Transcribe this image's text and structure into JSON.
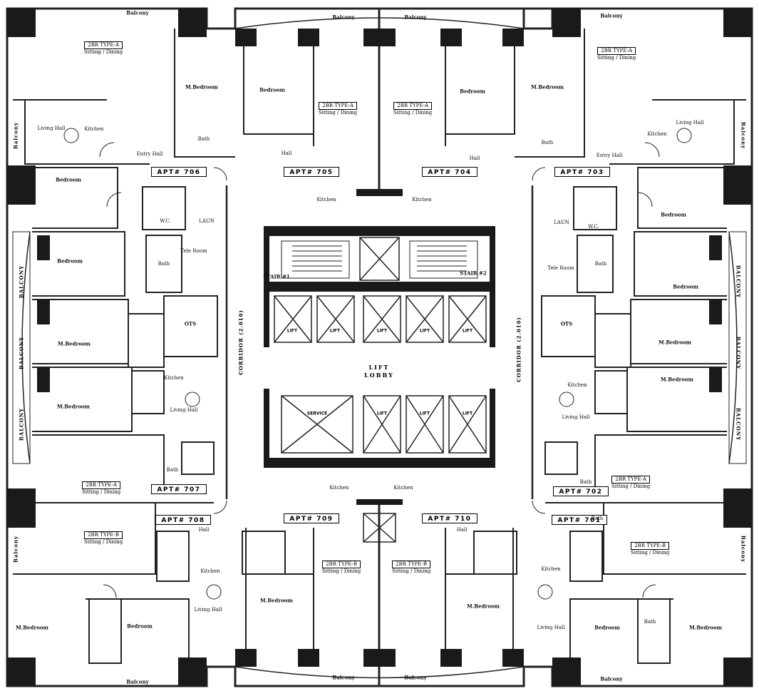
{
  "colors": {
    "wall": "#1a1a1a",
    "line": "#222222",
    "bg": "#ffffff"
  },
  "apartments": [
    {
      "id": "apt-706",
      "label": "APT# 706"
    },
    {
      "id": "apt-705",
      "label": "APT# 705"
    },
    {
      "id": "apt-704",
      "label": "APT# 704"
    },
    {
      "id": "apt-703",
      "label": "APT# 703"
    },
    {
      "id": "apt-707",
      "label": "APT# 707"
    },
    {
      "id": "apt-702",
      "label": "APT# 702"
    },
    {
      "id": "apt-708",
      "label": "APT# 708"
    },
    {
      "id": "apt-709",
      "label": "APT# 709"
    },
    {
      "id": "apt-710",
      "label": "APT# 710"
    },
    {
      "id": "apt-701",
      "label": "APT# 701"
    }
  ],
  "unit_types": {
    "type_a_code": "2BR TYPE-A",
    "type_b_code": "2BR TYPE-B",
    "sitting_dining": "Sitting / Dining"
  },
  "rooms": {
    "balcony": "Balcony",
    "balcony_vertical": "BALCONY",
    "bedroom": "Bedroom",
    "master_bedroom": "M.Bedroom",
    "bath": "Bath",
    "kitchen": "Kitchen",
    "living_hall": "Living Hall",
    "entry_hall": "Entry Hall",
    "hall": "Hall",
    "laundry": "LAUN",
    "wc": "W.C.",
    "tele_room": "Tele Room",
    "ots": "OTS"
  },
  "core": {
    "corridor_left": "CORRIDOR (2.010)",
    "corridor_right": "CORRIDOR (2.010)",
    "lift_lobby": "LIFT LOBBY",
    "stair_1": "STAIR #1",
    "stair_2": "STAIR #2",
    "service_lift": "SERVICE",
    "lift_label": "LIFT"
  }
}
